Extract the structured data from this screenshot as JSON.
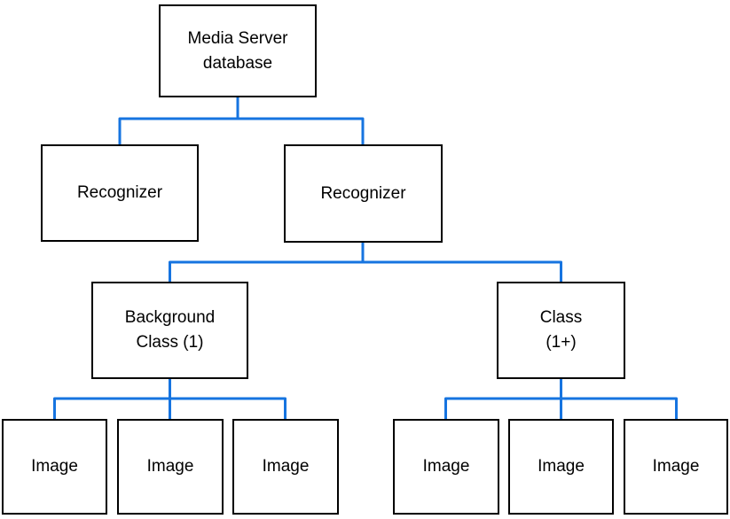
{
  "diagram": {
    "type": "tree",
    "colors": {
      "connector": "#1674E0",
      "node_border": "#000000",
      "node_fill": "#FFFFFF",
      "text": "#000000",
      "background": "#FFFFFF"
    },
    "nodes": {
      "root": {
        "label": "Media Server\ndatabase"
      },
      "recognizer_left": {
        "label": "Recognizer"
      },
      "recognizer_right": {
        "label": "Recognizer"
      },
      "background_class": {
        "label": "Background\nClass (1)"
      },
      "class_node": {
        "label": "Class\n(1+)"
      },
      "image_1": {
        "label": "Image"
      },
      "image_2": {
        "label": "Image"
      },
      "image_3": {
        "label": "Image"
      },
      "image_4": {
        "label": "Image"
      },
      "image_5": {
        "label": "Image"
      },
      "image_6": {
        "label": "Image"
      }
    },
    "edges": [
      {
        "from": "root",
        "to": "recognizer_left"
      },
      {
        "from": "root",
        "to": "recognizer_right"
      },
      {
        "from": "recognizer_right",
        "to": "background_class"
      },
      {
        "from": "recognizer_right",
        "to": "class_node"
      },
      {
        "from": "background_class",
        "to": "image_1"
      },
      {
        "from": "background_class",
        "to": "image_2"
      },
      {
        "from": "background_class",
        "to": "image_3"
      },
      {
        "from": "class_node",
        "to": "image_4"
      },
      {
        "from": "class_node",
        "to": "image_5"
      },
      {
        "from": "class_node",
        "to": "image_6"
      }
    ]
  }
}
